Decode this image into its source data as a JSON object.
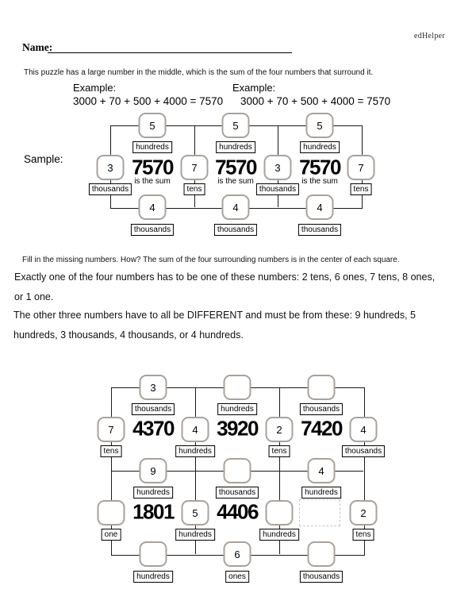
{
  "page": {
    "brand": "edHelper",
    "name_label": "Name:"
  },
  "intro": {
    "description": "This puzzle has a large number in the middle, which is the sum of the four numbers that surround it.",
    "example_label_1": "Example:",
    "example_label_2": "Example:",
    "example_equation_1": "3000 + 70 + 500 + 4000 = 7570",
    "example_equation_2": "3000 + 70 + 500 + 4000 = 7570",
    "sample_label": "Sample:"
  },
  "sample_puzzle": {
    "sum_caption": "is the sum",
    "top_nodes": [
      {
        "value": "5",
        "unit": "hundreds"
      },
      {
        "value": "5",
        "unit": "hundreds"
      },
      {
        "value": "5",
        "unit": "hundreds"
      }
    ],
    "side_nodes": [
      {
        "value": "3",
        "unit": "thousands"
      },
      {
        "value": "7",
        "unit": "tens"
      },
      {
        "value": "3",
        "unit": "thousands"
      },
      {
        "value": "7",
        "unit": "tens"
      }
    ],
    "bottom_nodes": [
      {
        "value": "4",
        "unit": "thousands"
      },
      {
        "value": "4",
        "unit": "thousands"
      },
      {
        "value": "4",
        "unit": "thousands"
      }
    ],
    "sums": [
      "7570",
      "7570",
      "7570"
    ]
  },
  "instructions": {
    "line1": "Fill in the missing numbers.  How?  The sum of the four surrounding numbers is in the center of each square.",
    "line2a": "Exactly one of the four numbers has to be one of these numbers: 2 tens, 6 ones, 7 tens, 8 ones,",
    "line2b": "or 1 one.",
    "line3a": "The other three numbers have to all be DIFFERENT and must be from these: 9 hundreds, 5",
    "line3b": "hundreds, 3 thousands, 4 thousands,  or 4 hundreds."
  },
  "puzzle": {
    "top_nodes": [
      {
        "value": "3",
        "unit": "thousands"
      },
      {
        "value": "",
        "unit": "hundreds"
      },
      {
        "value": "",
        "unit": "thousands"
      }
    ],
    "row1_side_nodes": [
      {
        "value": "7",
        "unit": "tens"
      },
      {
        "value": "4",
        "unit": "hundreds"
      },
      {
        "value": "2",
        "unit": "tens"
      },
      {
        "value": "4",
        "unit": "thousands"
      }
    ],
    "row1_sums": [
      "4370",
      "3920",
      "7420"
    ],
    "middle_nodes": [
      {
        "value": "9",
        "unit": "hundreds"
      },
      {
        "value": "",
        "unit": "thousands"
      },
      {
        "value": "4",
        "unit": "hundreds"
      }
    ],
    "row2_side_nodes": [
      {
        "value": "",
        "unit": "one"
      },
      {
        "value": "5",
        "unit": "hundreds"
      },
      {
        "value": "",
        "unit": "hundreds"
      },
      {
        "value": "2",
        "unit": "tens"
      }
    ],
    "row2_sums": [
      "1801",
      "4406"
    ],
    "bottom_nodes": [
      {
        "value": "",
        "unit": "hundreds"
      },
      {
        "value": "6",
        "unit": "ones"
      },
      {
        "value": "",
        "unit": "thousands"
      }
    ]
  },
  "colors": {
    "node_border": "#a9a29b",
    "grid_line": "#1a1a1a",
    "dashed_box": "#c8c8c8"
  }
}
